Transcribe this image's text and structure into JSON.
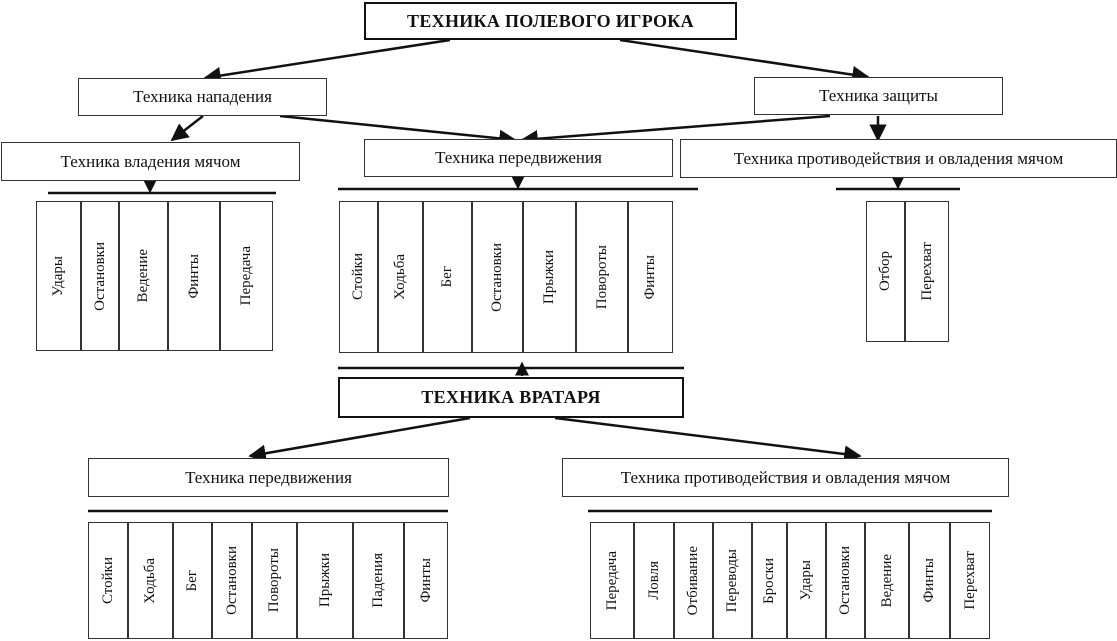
{
  "field_player": {
    "title": "ТЕХНИКА ПОЛЕВОГО ИГРОКА",
    "attack": "Техника нападения",
    "defense": "Техника защиты",
    "ball_control": {
      "label": "Техника владения мячом",
      "items": [
        "Удары",
        "Остановки",
        "Ведение",
        "Финты",
        "Передача"
      ]
    },
    "movement": {
      "label": "Техника передвижения",
      "items": [
        "Стойки",
        "Ходьба",
        "Бег",
        "Остановки",
        "Прыжки",
        "Повороты",
        "Финты"
      ]
    },
    "counteraction": {
      "label": "Техника противодействия и овладения мячом",
      "items": [
        "Отбор",
        "Перехват"
      ]
    }
  },
  "goalkeeper": {
    "title": "ТЕХНИКА ВРАТАРЯ",
    "movement": {
      "label": "Техника передвижения",
      "items": [
        "Стойки",
        "Ходьба",
        "Бег",
        "Остановки",
        "Повороты",
        "Прыжки",
        "Падения",
        "Финты"
      ]
    },
    "counteraction": {
      "label": "Техника противодействия и овладения мячом",
      "items": [
        "Передача",
        "Ловля",
        "Отбивание",
        "Переводы",
        "Броски",
        "Удары",
        "Остановки",
        "Ведение",
        "Финты",
        "Перехват"
      ]
    }
  }
}
